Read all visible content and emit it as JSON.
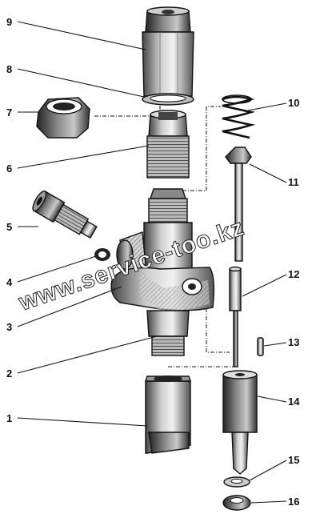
{
  "watermark": "www.service-too.kz",
  "labels": [
    "1",
    "2",
    "3",
    "4",
    "5",
    "6",
    "7",
    "8",
    "9",
    "10",
    "11",
    "12",
    "13",
    "14",
    "15",
    "16"
  ]
}
